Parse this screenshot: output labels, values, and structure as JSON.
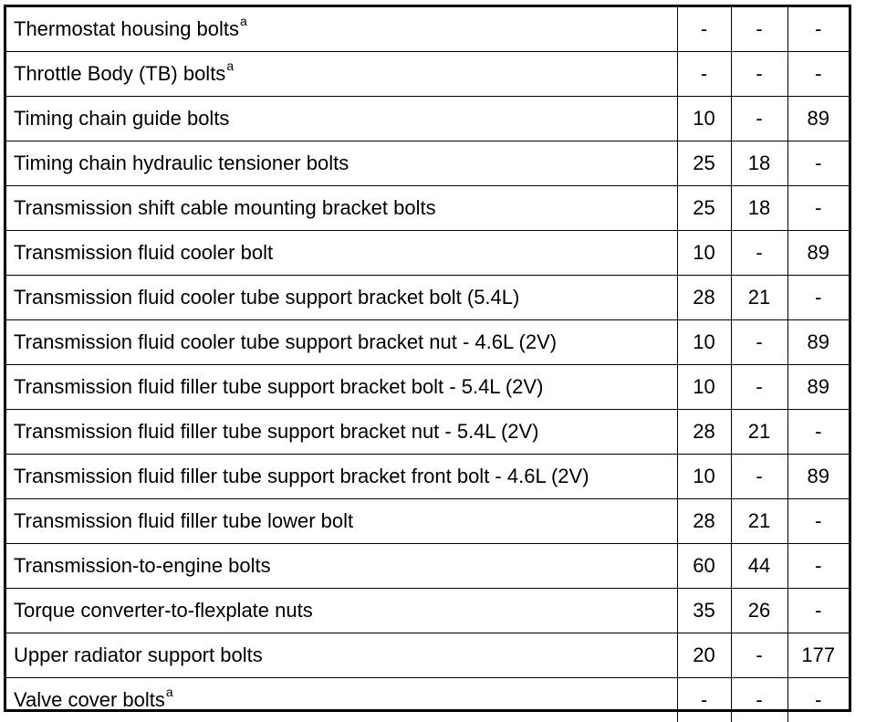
{
  "table": {
    "rows": [
      {
        "desc": "Thermostat housing bolts",
        "note": "a",
        "nm": "-",
        "lbft": "-",
        "lbin": "-"
      },
      {
        "desc": "Throttle Body (TB) bolts",
        "note": "a",
        "nm": "-",
        "lbft": "-",
        "lbin": "-"
      },
      {
        "desc": "Timing chain guide bolts",
        "note": "",
        "nm": "10",
        "lbft": "-",
        "lbin": "89"
      },
      {
        "desc": "Timing chain hydraulic tensioner bolts",
        "note": "",
        "nm": "25",
        "lbft": "18",
        "lbin": "-"
      },
      {
        "desc": "Transmission shift cable mounting bracket bolts",
        "note": "",
        "nm": "25",
        "lbft": "18",
        "lbin": "-"
      },
      {
        "desc": "Transmission fluid cooler bolt",
        "note": "",
        "nm": "10",
        "lbft": "-",
        "lbin": "89"
      },
      {
        "desc": "Transmission fluid cooler tube support bracket bolt (5.4L)",
        "note": "",
        "nm": "28",
        "lbft": "21",
        "lbin": "-"
      },
      {
        "desc": "Transmission fluid cooler tube support bracket nut - 4.6L (2V)",
        "note": "",
        "nm": "10",
        "lbft": "-",
        "lbin": "89"
      },
      {
        "desc": "Transmission fluid filler tube support bracket bolt - 5.4L (2V)",
        "note": "",
        "nm": "10",
        "lbft": "-",
        "lbin": "89"
      },
      {
        "desc": "Transmission fluid filler tube support bracket nut - 5.4L (2V)",
        "note": "",
        "nm": "28",
        "lbft": "21",
        "lbin": "-"
      },
      {
        "desc": "Transmission fluid filler tube support bracket front bolt - 4.6L (2V)",
        "note": "",
        "nm": "10",
        "lbft": "-",
        "lbin": "89"
      },
      {
        "desc": "Transmission fluid filler tube lower bolt",
        "note": "",
        "nm": "28",
        "lbft": "21",
        "lbin": "-"
      },
      {
        "desc": "Transmission-to-engine bolts",
        "note": "",
        "nm": "60",
        "lbft": "44",
        "lbin": "-"
      },
      {
        "desc": "Torque converter-to-flexplate nuts",
        "note": "",
        "nm": "35",
        "lbft": "26",
        "lbin": "-"
      },
      {
        "desc": "Upper radiator support bolts",
        "note": "",
        "nm": "20",
        "lbft": "-",
        "lbin": "177"
      },
      {
        "desc": "Valve cover bolts",
        "note": "a",
        "nm": "-",
        "lbft": "-",
        "lbin": "-"
      }
    ]
  }
}
